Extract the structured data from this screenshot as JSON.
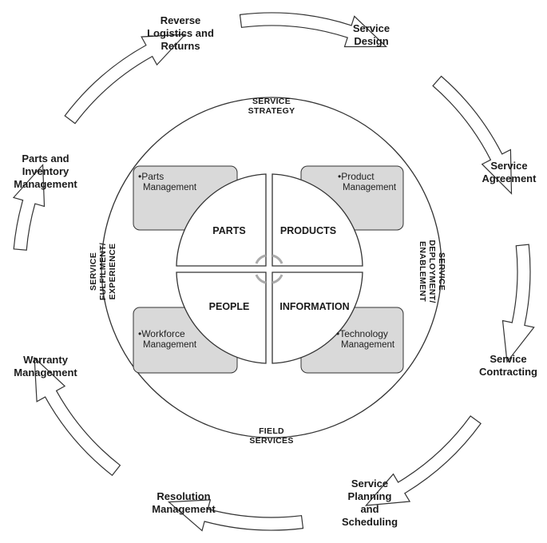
{
  "outer_steps": [
    {
      "id": "reverse-logistics",
      "label": "Reverse\nLogistics and\nReturns"
    },
    {
      "id": "service-design",
      "label": "Service\nDesign"
    },
    {
      "id": "service-agreement",
      "label": "Service\nAgreement"
    },
    {
      "id": "service-contracting",
      "label": "Service\nContracting"
    },
    {
      "id": "service-planning",
      "label": "Service\nPlanning\nand\nScheduling"
    },
    {
      "id": "resolution-management",
      "label": "Resolution\nManagement"
    },
    {
      "id": "warranty-management",
      "label": "Warranty\nManagement"
    },
    {
      "id": "parts-inventory",
      "label": "Parts and\nInventory\nManagement"
    }
  ],
  "ring_captions": {
    "top": "SERVICE\nSTRATEGY",
    "bottom": "FIELD\nSERVICES",
    "left": "SERVICE\nFULFILMENT/\nEXPERIENCE",
    "right": "SERVICE\nDEPLOYMENT/\nENABLEMENT"
  },
  "quadrants": {
    "top_left": "PARTS",
    "top_right": "PRODUCTS",
    "bottom_left": "PEOPLE",
    "bottom_right": "INFORMATION"
  },
  "boxes": {
    "top_left": {
      "bullet": "•Parts",
      "sub": "Management"
    },
    "top_right": {
      "bullet": "•Product",
      "sub": "Management"
    },
    "bottom_left": {
      "bullet": "•Workforce",
      "sub": "Management"
    },
    "bottom_right": {
      "bullet": "•Technology",
      "sub": "Management"
    }
  },
  "colors": {
    "box_fill": "#d9d9d9",
    "stroke": "#333333",
    "center_symbol": "#aaaaaa"
  }
}
